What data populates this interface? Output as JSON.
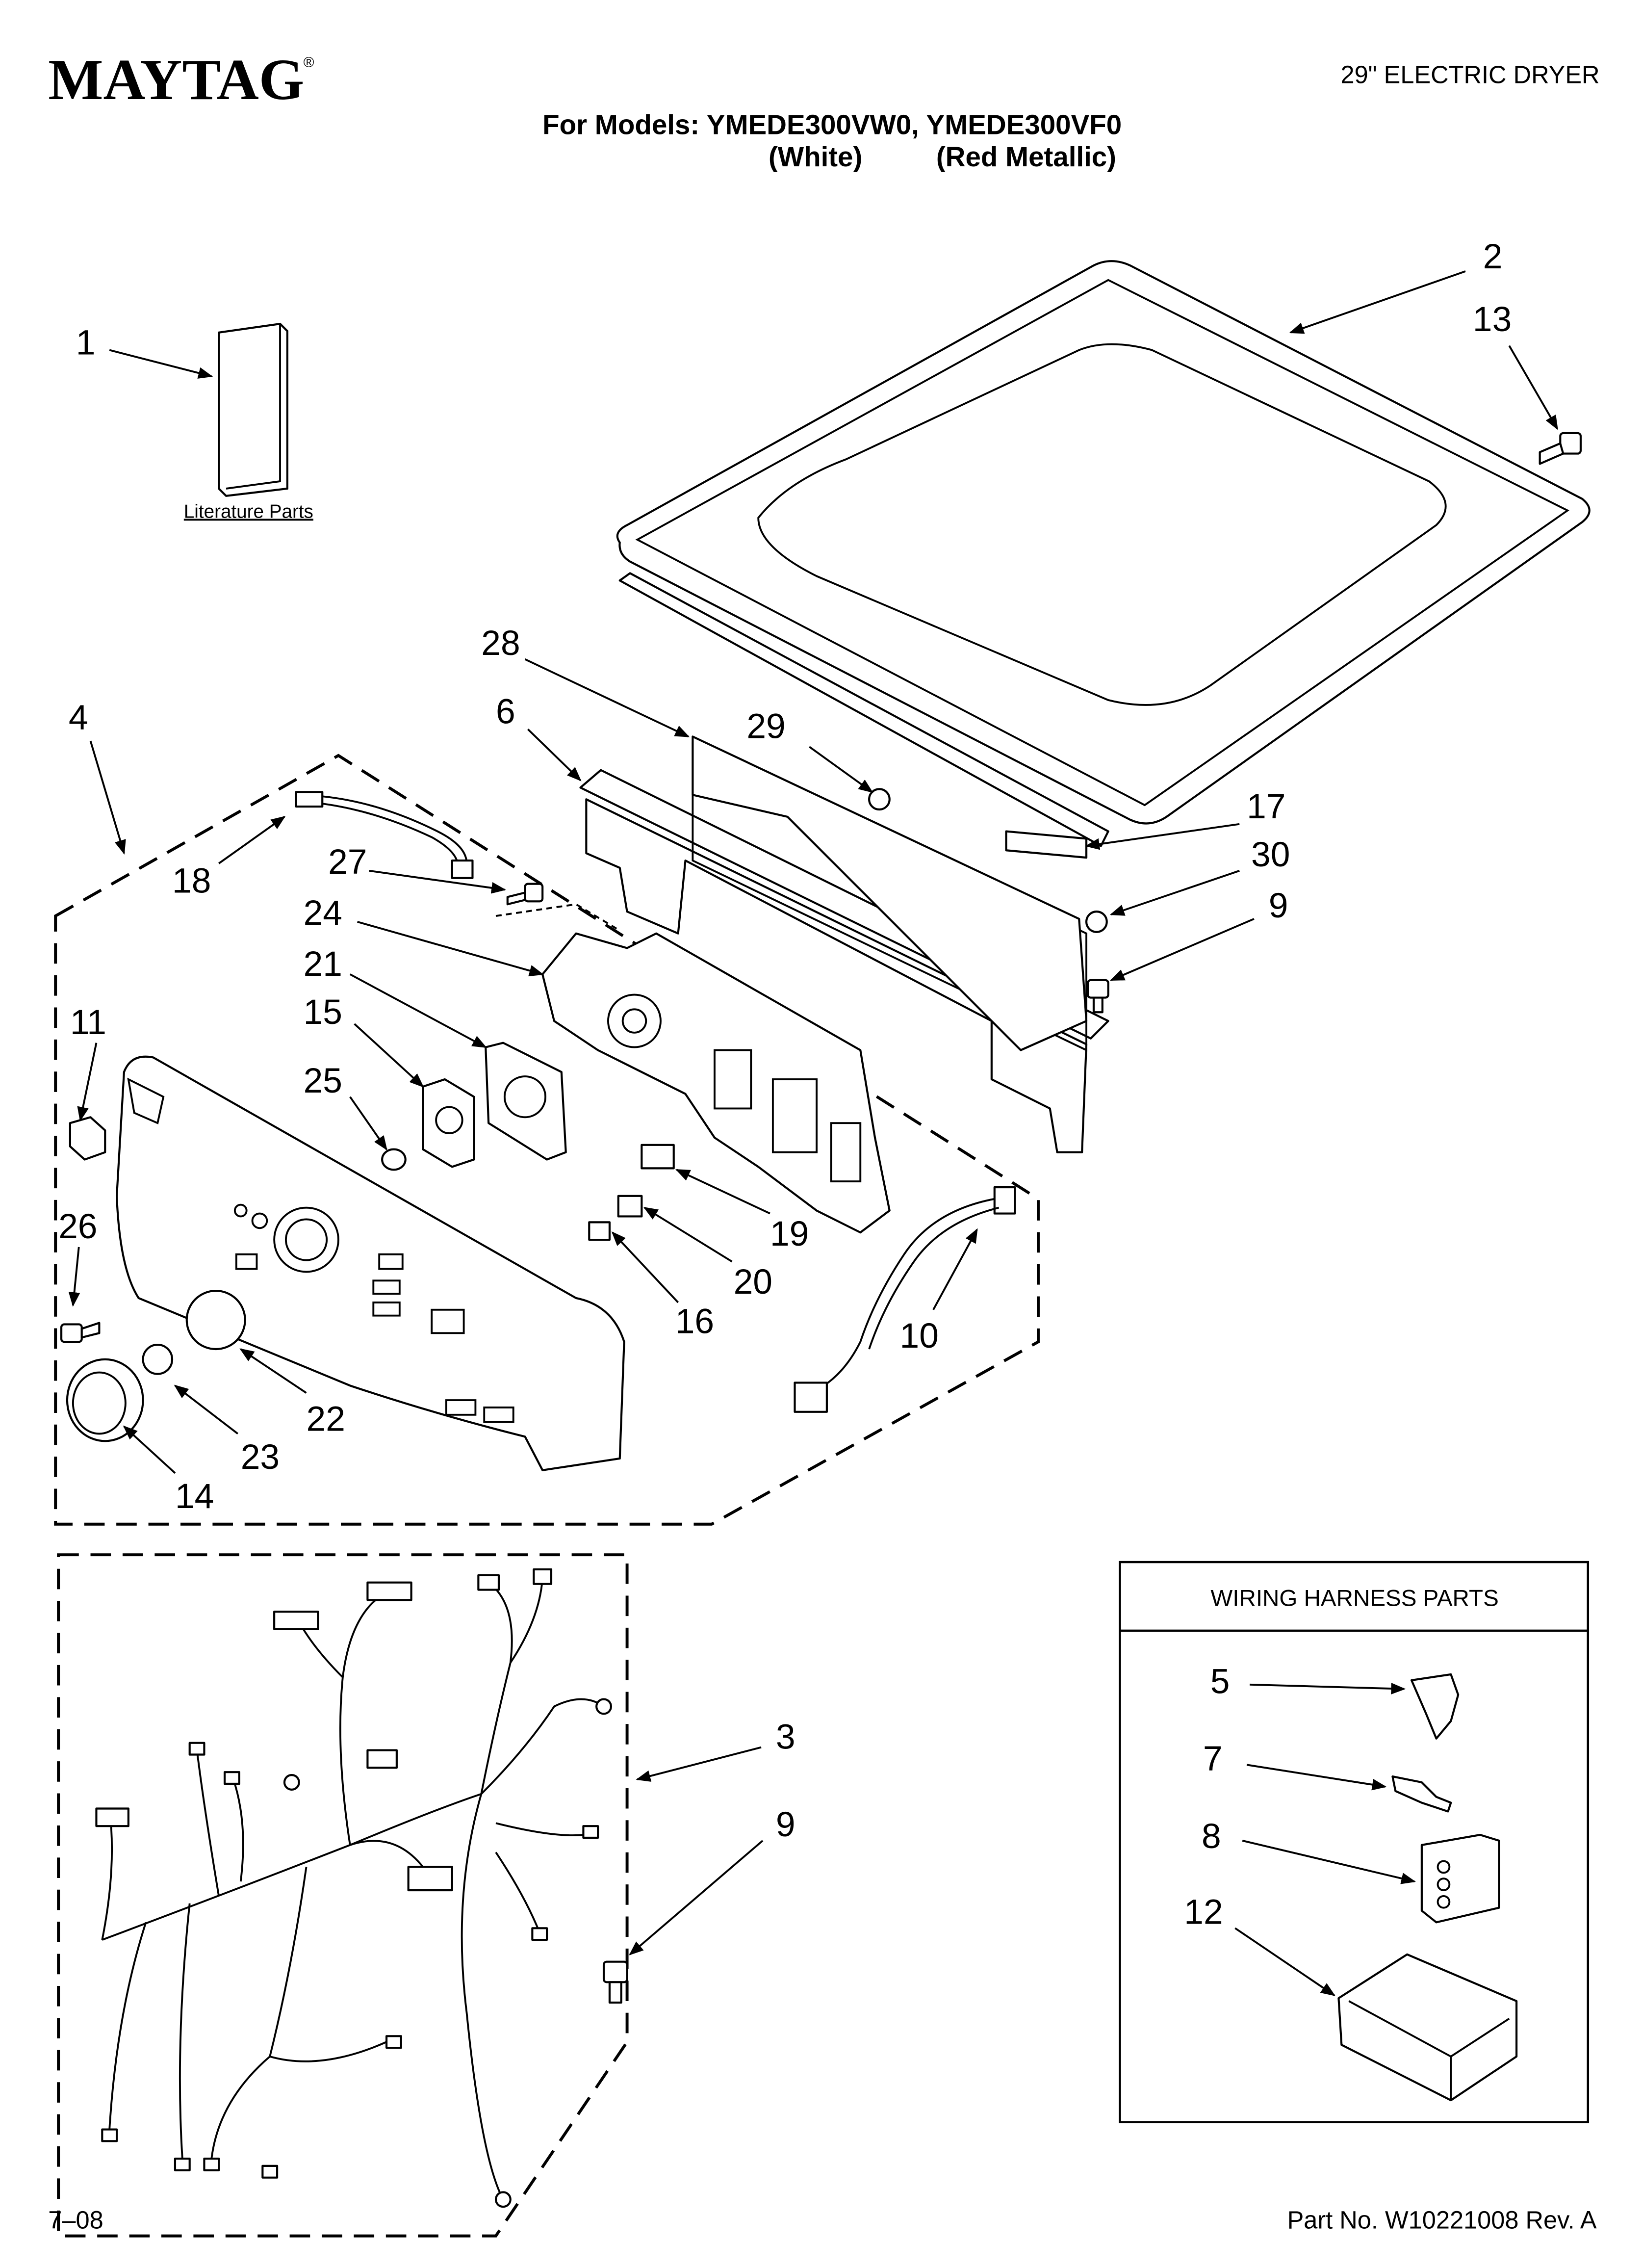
{
  "header": {
    "brand": "MAYTAG",
    "registered": "®",
    "product": "29\" ELECTRIC DRYER",
    "models_line": "For Models: YMEDE300VW0, YMEDE300VF0",
    "color_white": "(White)",
    "color_red": "(Red Metallic)"
  },
  "literature_label": "Literature Parts",
  "wiring_box_title": "WIRING HARNESS PARTS",
  "callouts": {
    "c1": "1",
    "c2": "2",
    "c3": "3",
    "c4": "4",
    "c5": "5",
    "c6": "6",
    "c7": "7",
    "c8": "8",
    "c9a": "9",
    "c9b": "9",
    "c10": "10",
    "c11": "11",
    "c12": "12",
    "c13": "13",
    "c14": "14",
    "c15": "15",
    "c16": "16",
    "c17": "17",
    "c18": "18",
    "c19": "19",
    "c20": "20",
    "c21": "21",
    "c22": "22",
    "c23": "23",
    "c24": "24",
    "c25": "25",
    "c26": "26",
    "c27": "27",
    "c28": "28",
    "c29": "29",
    "c30": "30"
  },
  "footer": {
    "date": "7–08",
    "part_no": "Part No. W10221008 Rev. A"
  }
}
